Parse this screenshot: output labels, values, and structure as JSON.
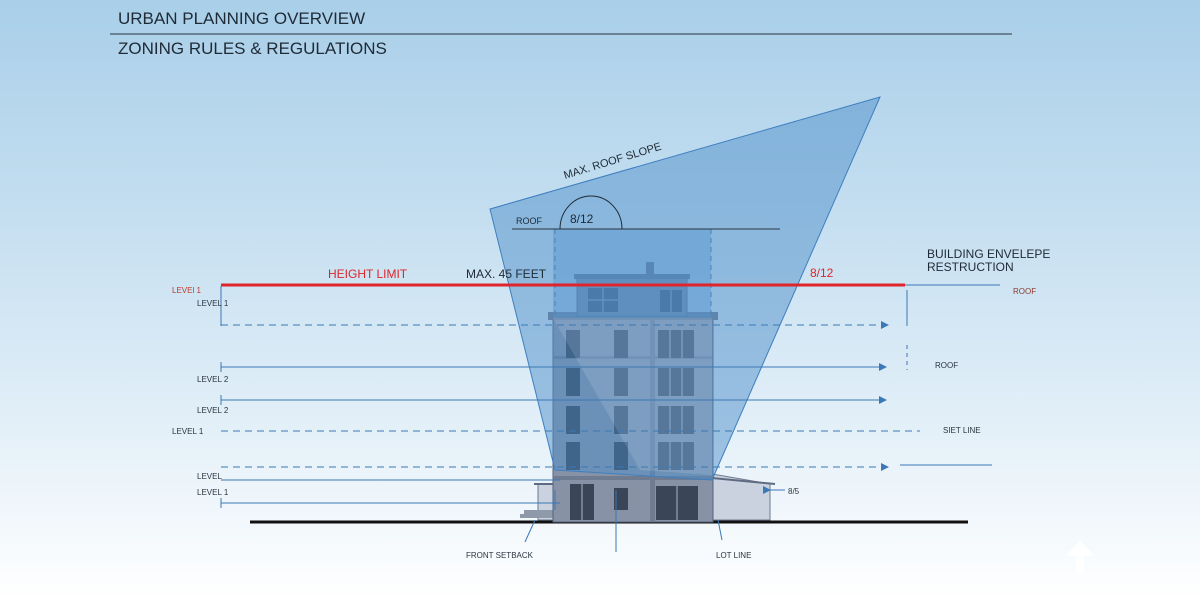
{
  "header": {
    "title": "URBAN PLANNING OVERVIEW",
    "subtitle": "ZONING RULES & REGULATIONS"
  },
  "labels": {
    "max_roof_slope": "MAX. ROOF SLOPE",
    "roof_top": "ROOF",
    "slope_arc": "8/12",
    "height_limit": "HEIGHT LIMIT",
    "max_height": "MAX. 45 FEET",
    "slope_right": "8/12",
    "envelope_line1": "BUILDING ENVELEPE",
    "envelope_line2": "RESTRUCTION",
    "level1_red": "LEVEl 1",
    "roof_right_red": "ROOF",
    "level1_a": "LEVEL 1",
    "roof_right": "ROOF",
    "level2_a": "LEVEL 2",
    "level2_b": "LEVEL 2",
    "level1_b": "LEVEL 1",
    "siet_line": "SIET LINE",
    "level1_c": "LEVEL",
    "level1_d": "LEVEL 1",
    "ratio": "8/5",
    "front_setback": "FRONT SETBACK",
    "lot_line": "LOT LINE"
  },
  "colors": {
    "height_limit_line": "#e0242b",
    "envelope_fill": "#4f8fc9",
    "dim_line": "#3b78b5",
    "building": "#7d8aa0",
    "text": "#1e2a36"
  }
}
